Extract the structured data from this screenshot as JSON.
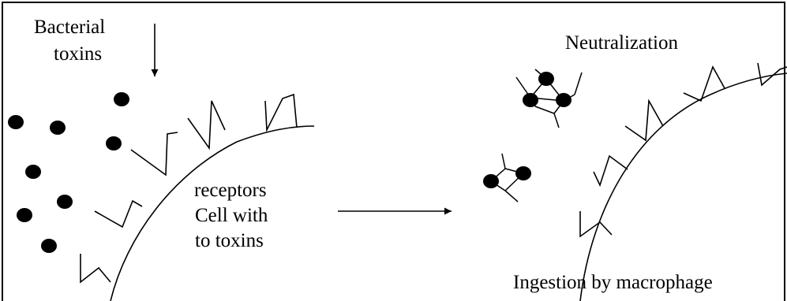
{
  "diagram": {
    "labels": {
      "bacterial_toxins_line1": "Bacterial",
      "bacterial_toxins_line2": "toxins",
      "receptors": "receptors",
      "cell_with": "Cell with",
      "to_toxins": "to toxins",
      "neutralization": "Neutralization",
      "ingestion": "Ingestion by macrophage"
    },
    "colors": {
      "ink": "#000000",
      "background": "#ffffff"
    }
  }
}
